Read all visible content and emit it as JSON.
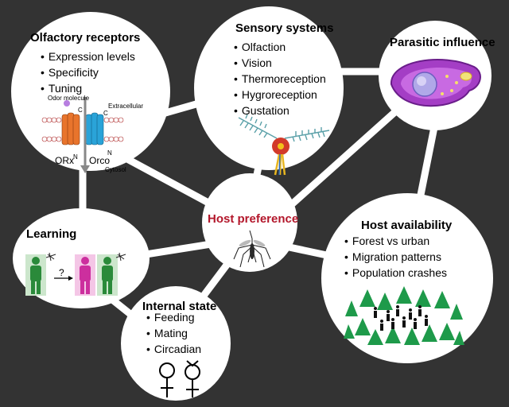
{
  "nodes": {
    "olfactory": {
      "title": "Olfactory receptors",
      "items": [
        "Expression levels",
        "Specificity",
        "Tuning"
      ],
      "diagram": {
        "odor": "Odor molecule",
        "extracellular": "Extracellular",
        "cytosol": "Cytosol",
        "orx": "ORx",
        "orco": "Orco",
        "c": "C",
        "n": "N"
      }
    },
    "sensory": {
      "title": "Sensory systems",
      "items": [
        "Olfaction",
        "Vision",
        "Thermoreception",
        "Hygroreception",
        "Gustation"
      ]
    },
    "parasitic": {
      "title": "Parasitic influence"
    },
    "learning": {
      "title": "Learning",
      "question": "?"
    },
    "host_preference": {
      "title": "Host preference"
    },
    "host_availability": {
      "title": "Host availability",
      "items": [
        "Forest vs urban",
        "Migration patterns",
        "Population crashes"
      ]
    },
    "internal_state": {
      "title": "Internal state",
      "items": [
        "Feeding",
        "Mating",
        "Circadian"
      ]
    }
  },
  "colors": {
    "background": "#333333",
    "node_fill": "#ffffff",
    "links": "#ffffff",
    "host_preference_title": "#b3172b",
    "orx": "#e8742c",
    "orco": "#2aa3d8",
    "odor_molecule": "#b77ee0",
    "learning_human": "#2a8a3a",
    "learning_human_alt": "#cc2f9e",
    "tree": "#1e9a4a",
    "parasite": "#a43ec5"
  },
  "icons": [
    "mosquito-icon",
    "antenna-icon",
    "parasite-icon",
    "human-icon",
    "tree-icon",
    "female-symbol-icon",
    "male-symbol-icon"
  ]
}
